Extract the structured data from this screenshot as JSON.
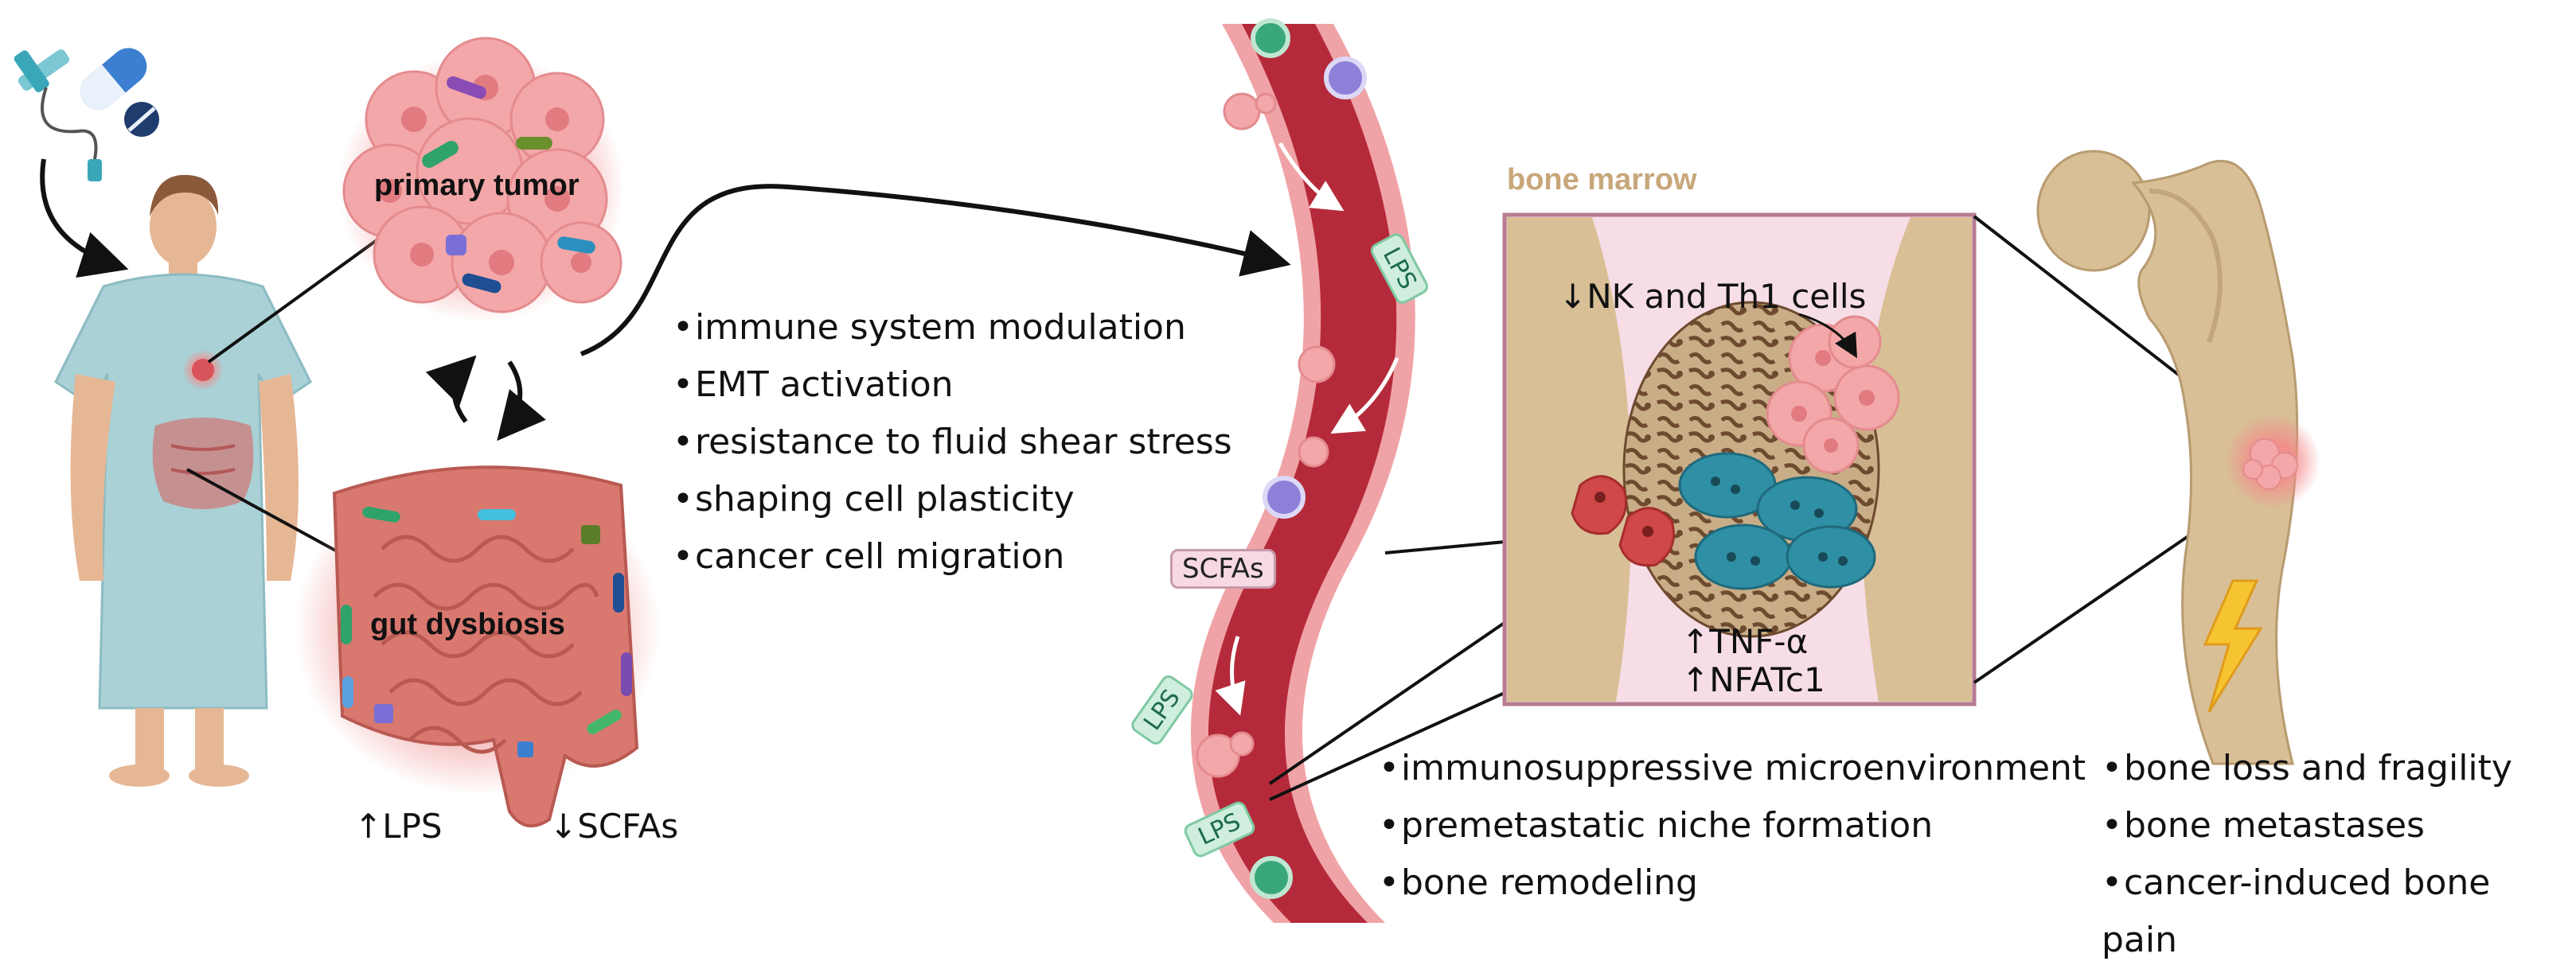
{
  "labels": {
    "primary_tumor": "primary tumor",
    "gut_dysbiosis": "gut dysbiosis",
    "lps_up": "↑LPS",
    "scfas_down": "↓SCFAs",
    "bone_marrow": "bone marrow",
    "nk_th1": "↓NK and Th1 cells",
    "tnf": "↑TNF-α",
    "nfatc1": "↑NFATc1"
  },
  "vessel_tags": {
    "lps_1": "LPS",
    "scfas": "SCFAs",
    "lps_2": "LPS",
    "lps_3": "LPS"
  },
  "tumor_effects": [
    "immune system modulation",
    "EMT activation",
    "resistance to fluid shear stress",
    "shaping cell plasticity",
    "cancer cell migration"
  ],
  "marrow_effects": [
    "immunosuppressive microenvironment",
    "premetastatic niche formation",
    "bone remodeling"
  ],
  "bone_effects": [
    "bone loss and fragility",
    "bone metastases",
    "cancer-induced bone pain"
  ],
  "colors": {
    "vessel_wall": "#f0a3a6",
    "vessel_lumen": "#b52a3a",
    "tumor": "#f3a7a8",
    "gut": "#d9786f",
    "bone": "#d8bf96",
    "marrow_frame": "#b77b92",
    "osteoclast": "#2f8fa5",
    "arrow": "#111111"
  },
  "icons": [
    "iv-drip-icon",
    "pill-icon",
    "tablet-icon",
    "lightning-icon"
  ]
}
